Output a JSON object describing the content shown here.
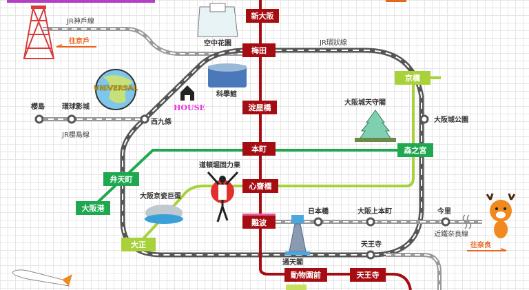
{
  "lines": {
    "jr_kobe": "JR神戶線",
    "jr_loop": "JR環狀線",
    "jr_sakurajima": "JR櫻島線",
    "kintetsu_nara": "近鐵奈良線"
  },
  "directions": {
    "to_kobe": "往京戶",
    "to_nara": "往奈良"
  },
  "midosuji_stations": [
    "新大阪",
    "梅田",
    "淀屋橋",
    "本町",
    "心齋橋",
    "難波",
    "動物園前",
    "天王寺"
  ],
  "chuo_stations": [
    "大阪港",
    "弁天町",
    "森之宮"
  ],
  "nagahori_stations": [
    "大正",
    "京橋"
  ],
  "jr_stations": {
    "sakurajima": "櫻島",
    "usj": "環球影城",
    "nishikujo": "西九條",
    "osakajokoen": "大阪城公園",
    "tennoji": "天王寺"
  },
  "nara_stations": {
    "nipponbashi": "日本橋",
    "uehommachi": "大阪上本町",
    "imazato": "今里"
  },
  "landmarks": {
    "sky_building": "空中花園",
    "science_museum": "科學館",
    "castle": "大阪城天守閣",
    "glico": "道頓堀固力果",
    "dome": "大阪京瓷巨蛋",
    "tsutenkaku": "通天閣",
    "house": "HOUSE",
    "universal": "UNIVERSAL"
  },
  "colors": {
    "midosuji": "#a50d12",
    "chuo": "#1fa84f",
    "nagahori": "#a8d13a",
    "jr": "#555555",
    "accent": "#e8651e"
  }
}
